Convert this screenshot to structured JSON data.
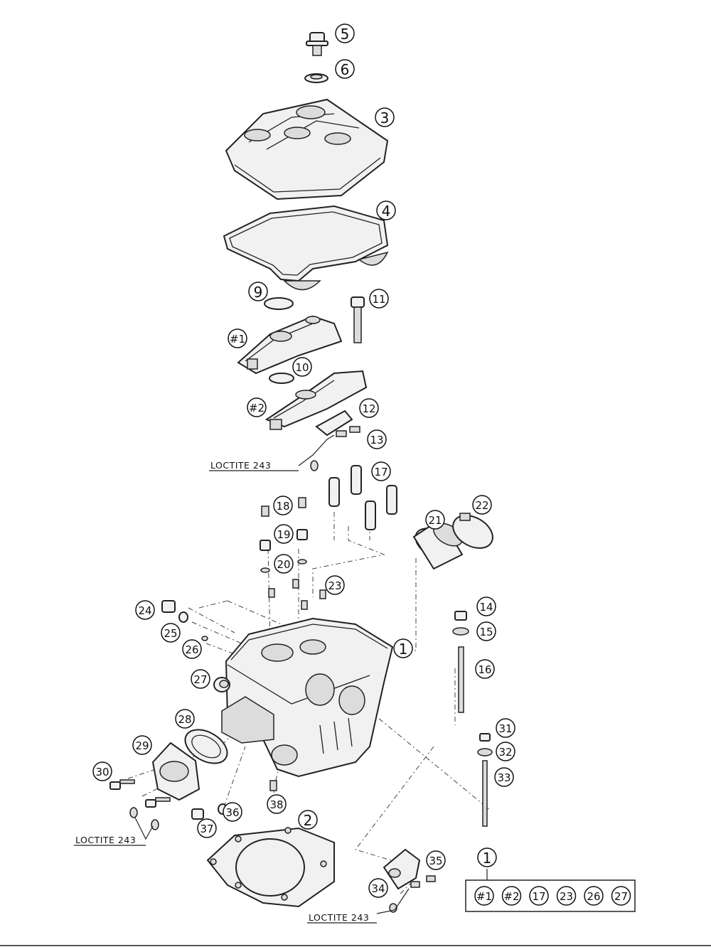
{
  "callouts": [
    {
      "id": "c5",
      "label": "5"
    },
    {
      "id": "c6",
      "label": "6"
    },
    {
      "id": "c3",
      "label": "3"
    },
    {
      "id": "c4",
      "label": "4"
    },
    {
      "id": "c9",
      "label": "9"
    },
    {
      "id": "c11",
      "label": "11"
    },
    {
      "id": "c1a",
      "label": "#1"
    },
    {
      "id": "c10",
      "label": "10"
    },
    {
      "id": "c2a",
      "label": "#2"
    },
    {
      "id": "c12",
      "label": "12"
    },
    {
      "id": "c13",
      "label": "13"
    },
    {
      "id": "c17",
      "label": "17"
    },
    {
      "id": "c18",
      "label": "18"
    },
    {
      "id": "c19",
      "label": "19"
    },
    {
      "id": "c20",
      "label": "20"
    },
    {
      "id": "c21",
      "label": "21"
    },
    {
      "id": "c22",
      "label": "22"
    },
    {
      "id": "c23",
      "label": "23"
    },
    {
      "id": "c24",
      "label": "24"
    },
    {
      "id": "c25",
      "label": "25"
    },
    {
      "id": "c26",
      "label": "26"
    },
    {
      "id": "c1",
      "label": "1"
    },
    {
      "id": "c14",
      "label": "14"
    },
    {
      "id": "c15",
      "label": "15"
    },
    {
      "id": "c16",
      "label": "16"
    },
    {
      "id": "c27",
      "label": "27"
    },
    {
      "id": "c28",
      "label": "28"
    },
    {
      "id": "c29",
      "label": "29"
    },
    {
      "id": "c31",
      "label": "31"
    },
    {
      "id": "c32",
      "label": "32"
    },
    {
      "id": "c30",
      "label": "30"
    },
    {
      "id": "c33",
      "label": "33"
    },
    {
      "id": "c36",
      "label": "36"
    },
    {
      "id": "c38",
      "label": "38"
    },
    {
      "id": "c2",
      "label": "2"
    },
    {
      "id": "c37",
      "label": "37"
    },
    {
      "id": "c35",
      "label": "35"
    },
    {
      "id": "c34",
      "label": "34"
    },
    {
      "id": "ck",
      "label": "1"
    }
  ],
  "kit": {
    "items": [
      "#1",
      "#2",
      "17",
      "23",
      "26",
      "27"
    ]
  },
  "loctite": [
    {
      "id": "l1",
      "text": "LOCTITE 243"
    },
    {
      "id": "l2",
      "text": "LOCTITE 243"
    },
    {
      "id": "l3",
      "text": "LOCTITE 243"
    }
  ]
}
